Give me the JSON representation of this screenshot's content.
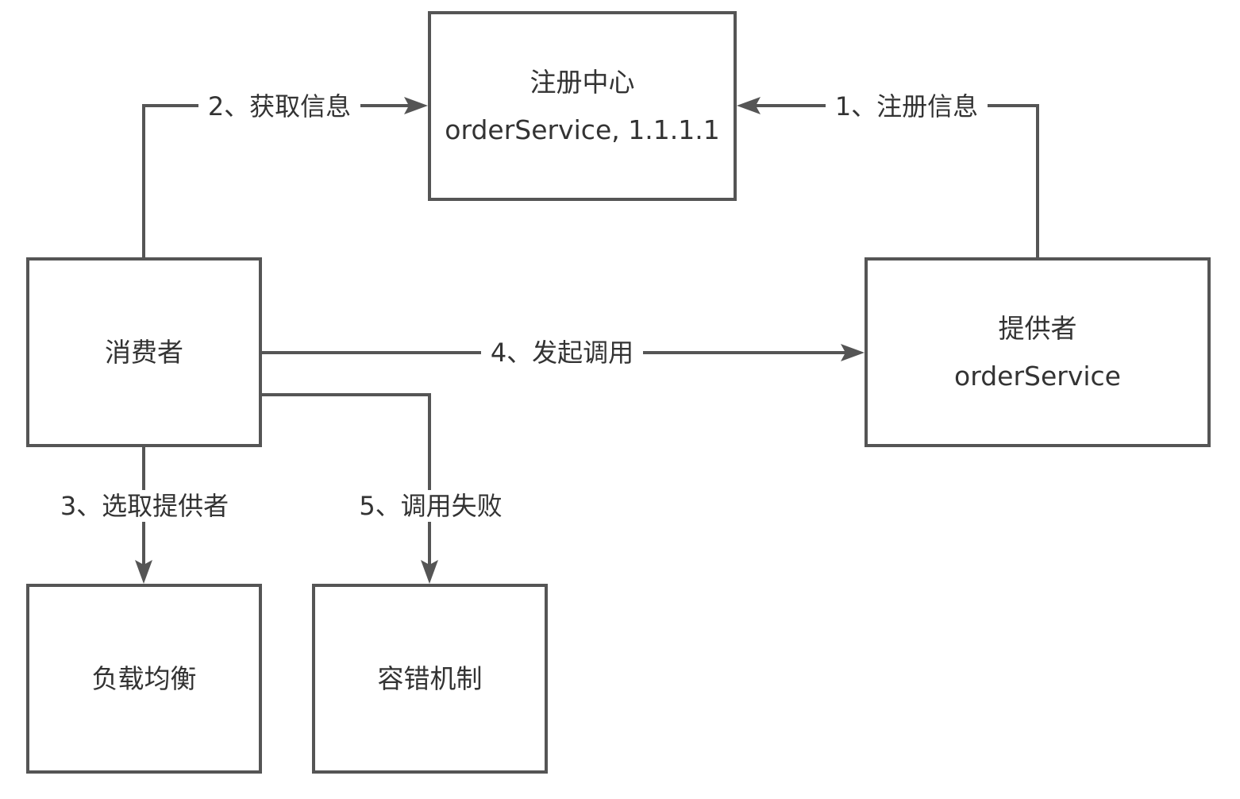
{
  "colors": {
    "stroke": "#555555",
    "text": "#333333",
    "background": "#ffffff"
  },
  "nodes": {
    "registry": {
      "line1": "注册中心",
      "line2": "orderService, 1.1.1.1"
    },
    "consumer": {
      "line1": "消费者"
    },
    "provider": {
      "line1": "提供者",
      "line2": "orderService"
    },
    "load_balance": {
      "line1": "负载均衡"
    },
    "fault_tolerance": {
      "line1": "容错机制"
    }
  },
  "edges": {
    "register": {
      "label": "1、注册信息",
      "from": "provider",
      "to": "registry"
    },
    "fetch": {
      "label": "2、获取信息",
      "from": "consumer",
      "to": "registry"
    },
    "select": {
      "label": "3、选取提供者",
      "from": "consumer",
      "to": "load_balance"
    },
    "invoke": {
      "label": "4、发起调用",
      "from": "consumer",
      "to": "provider"
    },
    "fail": {
      "label": "5、调用失败",
      "from": "consumer",
      "to": "fault_tolerance"
    }
  }
}
